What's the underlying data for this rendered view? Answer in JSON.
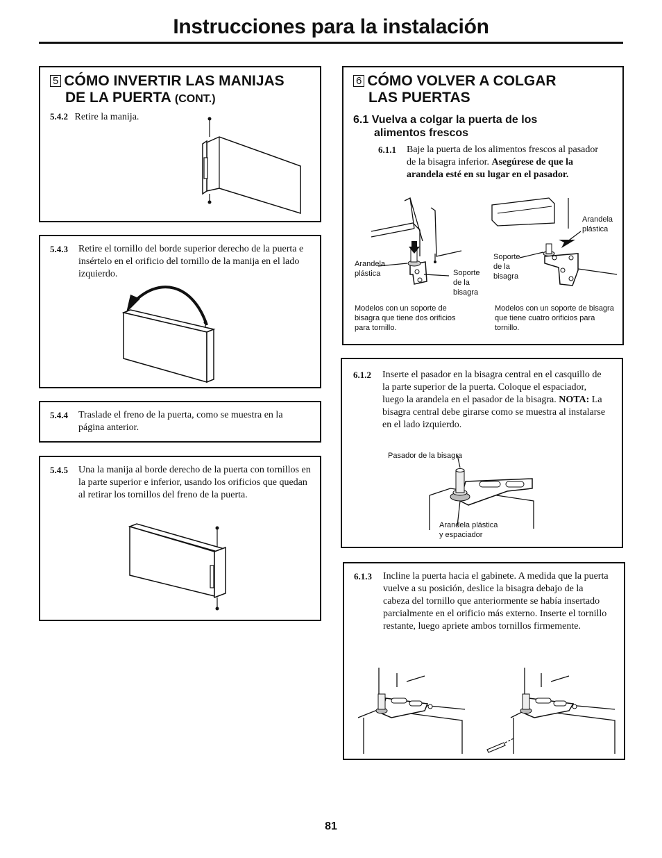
{
  "page": {
    "title": "Instrucciones para la instalación",
    "page_number": "81"
  },
  "section5": {
    "number": "5",
    "heading_line1": "CÓMO INVERTIR LAS MANIJAS",
    "heading_line2": "DE LA PUERTA",
    "heading_cont": "(CONT.)",
    "steps": [
      {
        "num": "5.4.2",
        "text": "Retire la manija."
      },
      {
        "num": "5.4.3",
        "text": "Retire el tornillo del borde superior derecho de la puerta e insértelo en el orificio del tornillo de la manija en el lado izquierdo."
      },
      {
        "num": "5.4.4",
        "text": "Traslade el freno de la puerta, como se muestra en la página anterior."
      },
      {
        "num": "5.4.5",
        "text": "Una la manija al borde derecho de la puerta con tornillos en la parte superior e inferior, usando los orificios que quedan al retirar los tornillos del freno de la puerta."
      }
    ]
  },
  "section6": {
    "number": "6",
    "heading_line1": "CÓMO VOLVER A COLGAR",
    "heading_line2": "LAS PUERTAS",
    "subheading_num": "6.1",
    "subheading_line1": "Vuelva a colgar la puerta de los",
    "subheading_line2": "alimentos frescos",
    "step611": {
      "num": "6.1.1",
      "text": "Baje la puerta de los alimentos frescos al pasador de la bisagra inferior.",
      "bold": "Asegúrese de que la arandela esté en su lugar en el pasador."
    },
    "labels_left": {
      "washer": "Arandela\nplástica",
      "bracket": "Soporte\nde la\nbisagra",
      "caption": "Modelos con un soporte de bisagra que tiene dos orificios para tornillo."
    },
    "labels_right": {
      "washer": "Arandela\nplástica",
      "bracket": "Soporte\nde la\nbisagra",
      "caption": "Modelos con un soporte de bisagra que tiene cuatro orificios para tornillo."
    },
    "step612": {
      "num": "6.1.2",
      "text_a": "Inserte el pasador en la bisagra central en el casquillo de la parte superior de la puerta. Coloque el espaciador, luego la arandela en el pasador de la bisagra.",
      "nota_label": "NOTA:",
      "text_b": "La bisagra central debe girarse como se muestra al instalarse en el lado izquierdo."
    },
    "labels612": {
      "pin": "Pasador de la bisagra",
      "washer": "Arandela plástica\ny espaciador"
    },
    "step613": {
      "num": "6.1.3",
      "text": "Incline la puerta hacia el gabinete. A medida que la puerta vuelve a su posición, deslice la bisagra debajo de la cabeza del tornillo que anteriormente se había insertado parcialmente en el orificio más externo. Inserte el tornillo restante, luego apriete ambos tornillos firmemente."
    }
  }
}
